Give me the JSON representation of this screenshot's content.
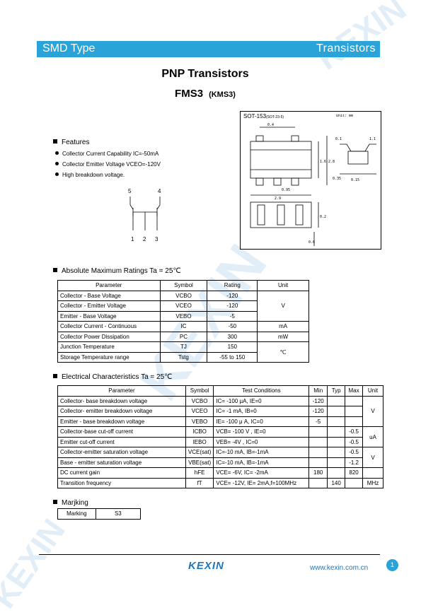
{
  "header": {
    "left": "SMD Type",
    "right": "Transistors"
  },
  "title": {
    "line1": "PNP  Transistors",
    "part": "FMS3",
    "alt": "(KMS3)"
  },
  "package": {
    "name": "SOT-153",
    "sub": "(SOT-23-5)",
    "unit": "Unit: mm",
    "dims": [
      "0.4",
      "1.6",
      "2.8",
      "0.95",
      "2.9",
      "1.1",
      "0.15",
      "0.35",
      "0.1",
      "0.6",
      "0.2"
    ]
  },
  "features": {
    "title": "Features",
    "items": [
      "Collector Current Capability IC=-50mA",
      "Collector Emitter Voltage VCEO=-120V",
      "High breakdown voltage."
    ]
  },
  "pinout": {
    "top": [
      "5",
      "4"
    ],
    "bottom": [
      "1",
      "2",
      "3"
    ]
  },
  "abs_max": {
    "title": "Absolute Maximum Ratings Ta = 25℃",
    "headers": [
      "Parameter",
      "Symbol",
      "Rating",
      "Unit"
    ],
    "rows": [
      [
        "Collector - Base Voltage",
        "VCBO",
        "-120"
      ],
      [
        "Collector - Emitter Voltage",
        "VCEO",
        "-120"
      ],
      [
        "Emitter - Base Voltage",
        "VEBO",
        "-5"
      ],
      [
        "Collector Current  - Continuous",
        "IC",
        "-50"
      ],
      [
        "Collector Power Dissipation",
        "PC",
        "300"
      ],
      [
        "Junction Temperature",
        "TJ",
        "150"
      ],
      [
        "Storage Temperature range",
        "Tstg",
        "-55 to 150"
      ]
    ],
    "units": [
      "V",
      "mA",
      "mW",
      "℃"
    ]
  },
  "elec": {
    "title": "Electrical Characteristics Ta = 25℃",
    "headers": [
      "Parameter",
      "Symbol",
      "Test Conditions",
      "Min",
      "Typ",
      "Max",
      "Unit"
    ],
    "rows": [
      [
        "Collector- base breakdown voltage",
        "VCBO",
        "IC= -100 μA,  IE=0",
        "-120",
        "",
        ""
      ],
      [
        "Collector- emitter breakdown voltage",
        "VCEO",
        "IC= -1 mA,  IB=0",
        "-120",
        "",
        ""
      ],
      [
        "Emitter - base breakdown voltage",
        "VEBO",
        "IE= -100 μ A,  IC=0",
        "-5",
        "",
        ""
      ],
      [
        "Collector-base cut-off current",
        "ICBO",
        "VCB= -100 V , IE=0",
        "",
        "",
        "-0.5"
      ],
      [
        "Emitter cut-off current",
        "IEBO",
        "VEB= -4V , IC=0",
        "",
        "",
        "-0.5"
      ],
      [
        "Collector-emitter saturation voltage",
        "VCE(sat)",
        "IC=-10 mA, IB=-1mA",
        "",
        "",
        "-0.5"
      ],
      [
        "Base - emitter saturation voltage",
        "VBE(sat)",
        "IC=-10 mA, IB=-1mA",
        "",
        "",
        "-1.2"
      ],
      [
        "DC current gain",
        "hFE",
        "VCE= -6V, IC= -2mA",
        "180",
        "",
        "820"
      ],
      [
        "Transition frequency",
        "fT",
        "VCE= -12V, IE= 2mA,f=100MHz",
        "",
        "140",
        ""
      ]
    ],
    "units": [
      "V",
      "uA",
      "V",
      "",
      "MHz"
    ]
  },
  "marking": {
    "title": "Marjking",
    "label": "Marking",
    "value": "S3"
  },
  "footer": {
    "logo": "KEXIN",
    "url": "www.kexin.com.cn",
    "page": "1"
  }
}
